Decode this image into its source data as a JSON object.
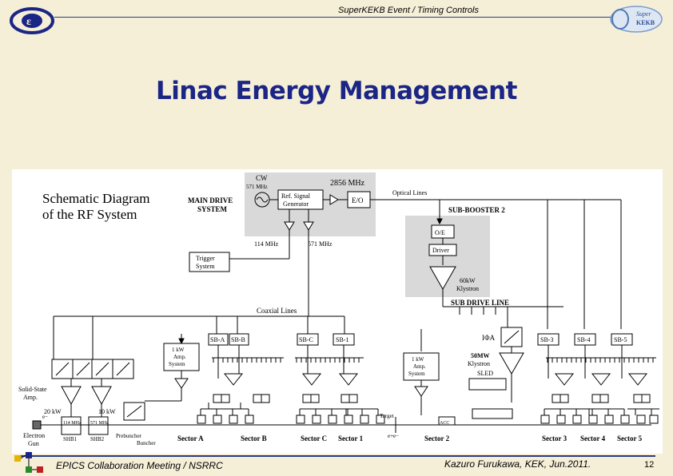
{
  "header": {
    "title": "SuperKEKB Event / Timing Controls",
    "right_logo_line1": "Super",
    "right_logo_line2": "KEKB"
  },
  "title": "Linac Energy Management",
  "diagram": {
    "heading_line1": "Schematic Diagram",
    "heading_line2": "of the RF System",
    "main_drive_line1": "MAIN DRIVE",
    "main_drive_line2": "SYSTEM",
    "cw_line1": "CW",
    "cw_line2": "571 MHz",
    "ref_gen_line1": "Ref. Signal",
    "ref_gen_line2": "Generator",
    "freq_2856": "2856 MHz",
    "eo": "E/O",
    "optical_lines": "Optical Lines",
    "sub_booster_2": "SUB-BOOSTER 2",
    "oe": "O/E",
    "driver": "Driver",
    "freq_114": "114 MHz",
    "freq_571": "571 MHz",
    "klystron60_line1": "60kW",
    "klystron60_line2": "Klystron",
    "trigger_line1": "Trigger",
    "trigger_line2": "System",
    "sub_drive_line": "SUB DRIVE LINE",
    "coaxial_lines": "Coaxial Lines",
    "sb_boxes": [
      "SB-A",
      "SB-B",
      "SB-C",
      "SB-1",
      "SB-3",
      "SB-4",
      "SB-5"
    ],
    "amp_line1": "1 kW",
    "amp_line2": "Amp.",
    "amp_line3": "System",
    "ipa": "IΦA",
    "klystron50_line1": "50MW",
    "klystron50_line2": "Klystron",
    "sled": "SLED",
    "solid_state_line1": "Solid-State",
    "solid_state_line2": "Amp.",
    "p20kw": "20 kW",
    "p10kw": "10 kW",
    "shb1_freq": "114 MHz",
    "shb2_freq": "571 MHz",
    "shb1": "SHB1",
    "shb2": "SHB2",
    "gun_line1": "Electron",
    "gun_line2": "Gun",
    "prebuncher": "Prebuncher",
    "buncher": "Buncher",
    "target": "Target",
    "acc": "ACC",
    "ee": "e+e−",
    "em": "e−",
    "sectors": [
      "Sector A",
      "Sector B",
      "Sector C",
      "Sector 1",
      "Sector 2",
      "Sector 3",
      "Sector 4",
      "Sector 5"
    ]
  },
  "footer": {
    "left": "EPICS Collaboration Meeting / NSRRC",
    "right": "Kazuro Furukawa, KEK, Jun.2011.",
    "page": "12"
  }
}
